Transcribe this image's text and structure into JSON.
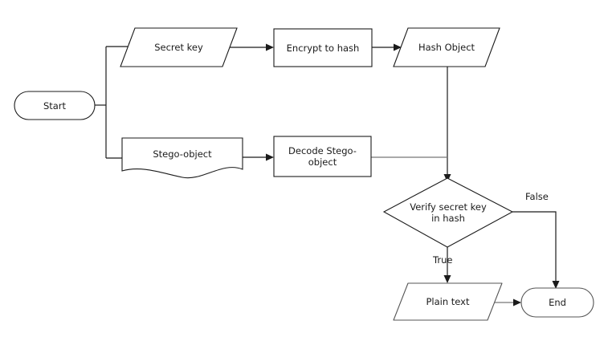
{
  "diagram": {
    "title": "Stego-object secret key verification flowchart",
    "background_color": "#ffffff",
    "stroke_color": "#1b1b1b",
    "text_color": "#1a1a1a",
    "nodes": [
      {
        "id": "start",
        "label": "Start",
        "shape": "terminator"
      },
      {
        "id": "secret_key",
        "label": "Secret key",
        "shape": "parallelogram"
      },
      {
        "id": "encrypt",
        "label": "Encrypt to hash",
        "shape": "rectangle"
      },
      {
        "id": "hash_object",
        "label": "Hash Object",
        "shape": "parallelogram"
      },
      {
        "id": "stego_object",
        "label": "Stego-object",
        "shape": "document"
      },
      {
        "id": "decode",
        "label": "Decode Stego-\nobject",
        "shape": "rectangle"
      },
      {
        "id": "verify",
        "label": "Verify secret key\nin hash",
        "shape": "diamond"
      },
      {
        "id": "plain_text",
        "label": "Plain text",
        "shape": "parallelogram"
      },
      {
        "id": "end",
        "label": "End",
        "shape": "terminator"
      }
    ],
    "edge_labels": [
      {
        "id": "false_label",
        "label": "False"
      },
      {
        "id": "true_label",
        "label": "True"
      }
    ]
  }
}
